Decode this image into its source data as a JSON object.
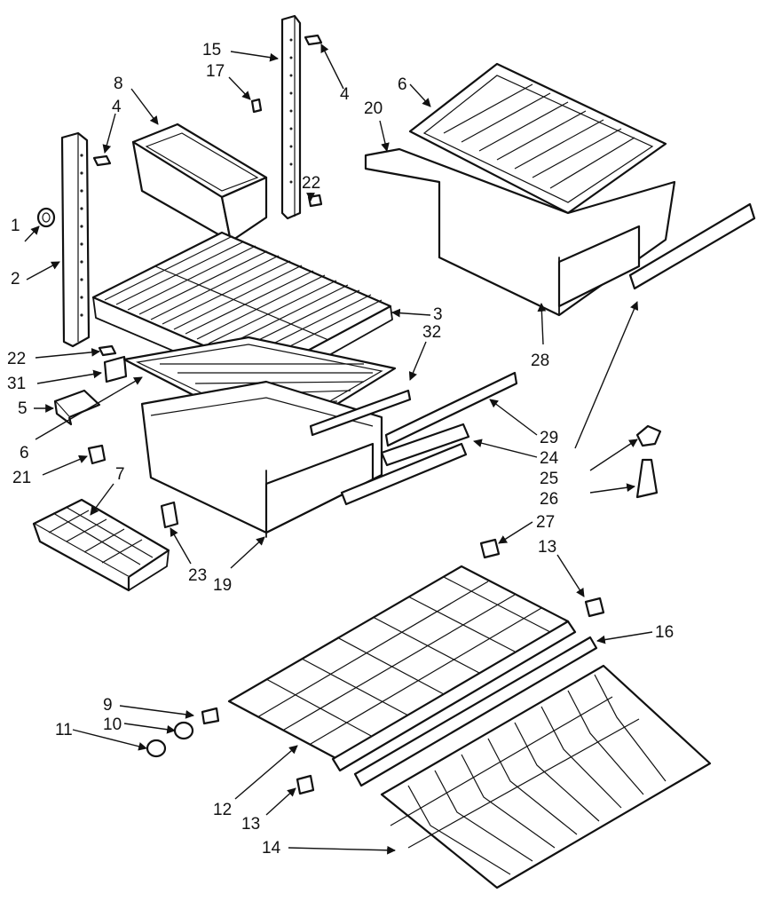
{
  "labels": {
    "l1": "1",
    "l2": "2",
    "l3": "3",
    "l4a": "4",
    "l4b": "4",
    "l5": "5",
    "l6a": "6",
    "l6b": "6",
    "l7": "7",
    "l8": "8",
    "l9": "9",
    "l10": "10",
    "l11": "11",
    "l12": "12",
    "l13a": "13",
    "l13b": "13",
    "l14": "14",
    "l15": "15",
    "l16": "16",
    "l17": "17",
    "l19": "19",
    "l20": "20",
    "l21": "21",
    "l22a": "22",
    "l22b": "22",
    "l23": "23",
    "l24": "24",
    "l25": "25",
    "l26": "26",
    "l27": "27",
    "l28": "28",
    "l29": "29",
    "l31": "31",
    "l32": "32"
  },
  "arrowheads": [
    "arrow-icon"
  ]
}
